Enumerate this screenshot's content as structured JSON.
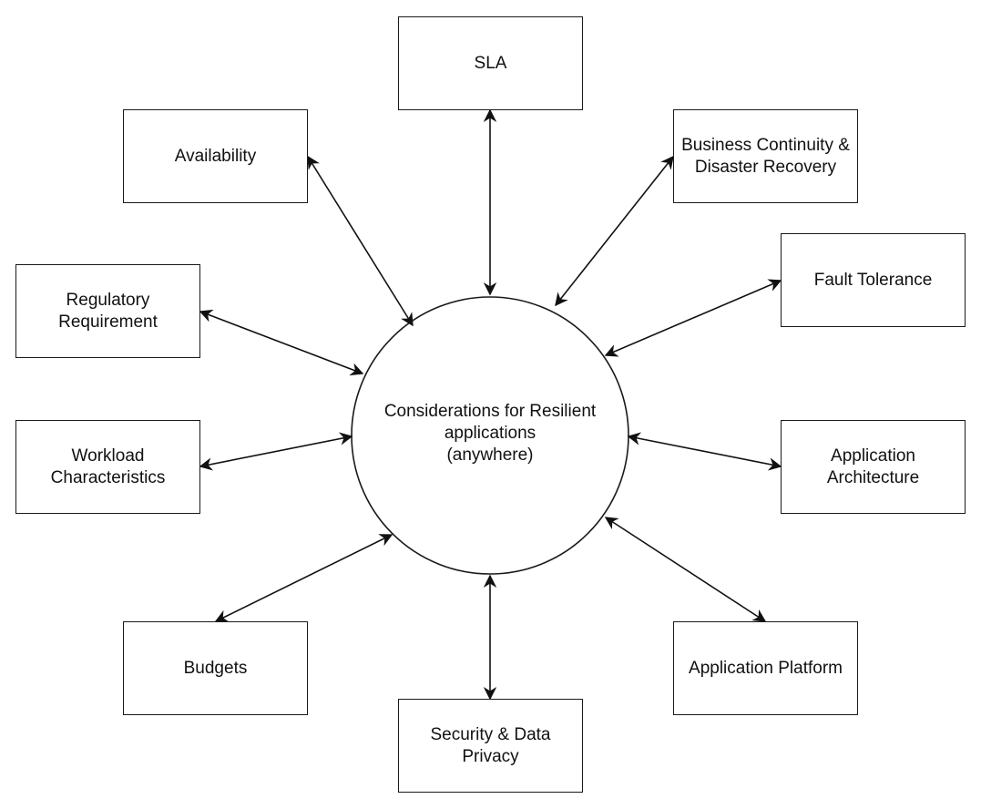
{
  "center": {
    "label": "Considerations for Resilient\napplications\n(anywhere)"
  },
  "nodes": [
    {
      "id": "sla",
      "label": "SLA"
    },
    {
      "id": "availability",
      "label": "Availability"
    },
    {
      "id": "business-continuity",
      "label": "Business Continuity &\nDisaster Recovery"
    },
    {
      "id": "regulatory-requirement",
      "label": "Regulatory\nRequirement"
    },
    {
      "id": "fault-tolerance",
      "label": "Fault Tolerance"
    },
    {
      "id": "workload-characteristics",
      "label": "Workload\nCharacteristics"
    },
    {
      "id": "application-architecture",
      "label": "Application\nArchitecture"
    },
    {
      "id": "budgets",
      "label": "Budgets"
    },
    {
      "id": "application-platform",
      "label": "Application Platform"
    },
    {
      "id": "security-data-privacy",
      "label": "Security & Data\nPrivacy"
    }
  ],
  "edges": [
    {
      "from": "center",
      "to": "sla",
      "direction": "both"
    },
    {
      "from": "center",
      "to": "availability",
      "direction": "both"
    },
    {
      "from": "center",
      "to": "business-continuity",
      "direction": "both"
    },
    {
      "from": "center",
      "to": "regulatory-requirement",
      "direction": "both"
    },
    {
      "from": "center",
      "to": "fault-tolerance",
      "direction": "both"
    },
    {
      "from": "center",
      "to": "workload-characteristics",
      "direction": "both"
    },
    {
      "from": "center",
      "to": "application-architecture",
      "direction": "both"
    },
    {
      "from": "center",
      "to": "budgets",
      "direction": "both"
    },
    {
      "from": "center",
      "to": "application-platform",
      "direction": "both"
    },
    {
      "from": "center",
      "to": "security-data-privacy",
      "direction": "both"
    }
  ]
}
